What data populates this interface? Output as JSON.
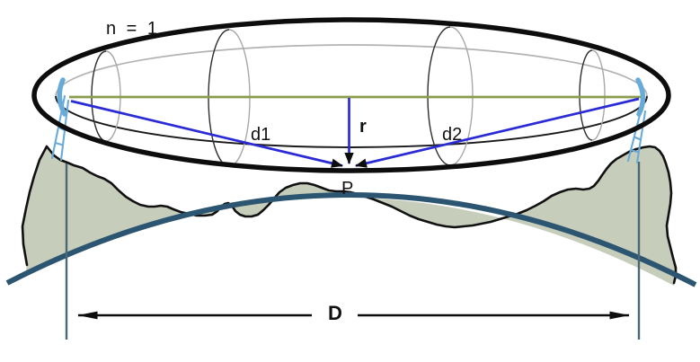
{
  "diagram": {
    "labels": {
      "fresnel_zone_order": "n = 1",
      "distance_tx_to_point": "d1",
      "distance_point_to_rx": "d2",
      "fresnel_radius": "r",
      "obstruction_point": "P",
      "total_path_distance": "D"
    },
    "icons": {
      "left_antenna": "dish-antenna-on-lattice-tower",
      "right_antenna": "dish-antenna-on-lattice-tower"
    },
    "colors": {
      "fresnel_ellipse_outline": "#0d0d0d",
      "ellipsoid_back_edge": "#b3b3b3",
      "line_of_sight": "#8c9c4e",
      "signal_ray": "#2b2bd6",
      "antenna": "#69abd8",
      "terrain_fill": "#c7cdbb",
      "terrain_outline": "#111111",
      "earth_curvature": "#2b5571",
      "reference_line": "#4b6675",
      "background": "#ffffff"
    }
  }
}
